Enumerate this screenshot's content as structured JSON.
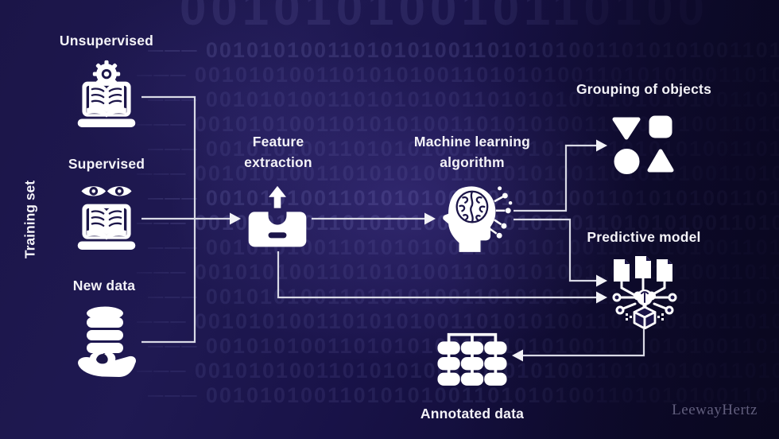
{
  "title": "Machine learning workflow diagram",
  "labels": {
    "training_set": "Training set",
    "unsupervised": "Unsupervised",
    "supervised": "Supervised",
    "new_data": "New data",
    "feature_extraction": "Feature extraction",
    "machine_learning_algorithm": "Machine learning algorithm",
    "grouping_of_objects": "Grouping of objects",
    "predictive_model": "Predictive model",
    "annotated_data": "Annotated data"
  },
  "icon_names": {
    "unsupervised": "book-gear-laptop-icon",
    "supervised": "book-eyes-laptop-icon",
    "new_data": "database-hand-icon",
    "feature_extraction": "tray-upload-icon",
    "machine_learning_algorithm": "head-brain-circuit-icon",
    "grouping_of_objects": "shapes-icon",
    "predictive_model": "documents-network-cube-icon",
    "annotated_data": "data-grid-icon"
  },
  "connections": [
    {
      "from": "unsupervised",
      "to": "feature_extraction"
    },
    {
      "from": "supervised",
      "to": "feature_extraction"
    },
    {
      "from": "new_data",
      "to": "feature_extraction"
    },
    {
      "from": "feature_extraction",
      "to": "machine_learning_algorithm"
    },
    {
      "from": "machine_learning_algorithm",
      "to": "grouping_of_objects"
    },
    {
      "from": "machine_learning_algorithm",
      "to": "predictive_model"
    },
    {
      "from": "feature_extraction",
      "to": "predictive_model"
    },
    {
      "from": "predictive_model",
      "to": "annotated_data"
    }
  ],
  "background": {
    "binary_text": "─── 0010101001101010100110101010011010101001101010100110101",
    "binary_top_text": "00101010010110100",
    "row_count": 15
  },
  "colors": {
    "background": "#181247",
    "glow": "#564aaa",
    "line": "#d9dae6",
    "icon": "#ffffff",
    "label_text": "#f4f3f8",
    "binary_digits": "#9292dc",
    "watermark_text": "#615e7d"
  },
  "watermark": {
    "text": "LeewayHertz"
  }
}
